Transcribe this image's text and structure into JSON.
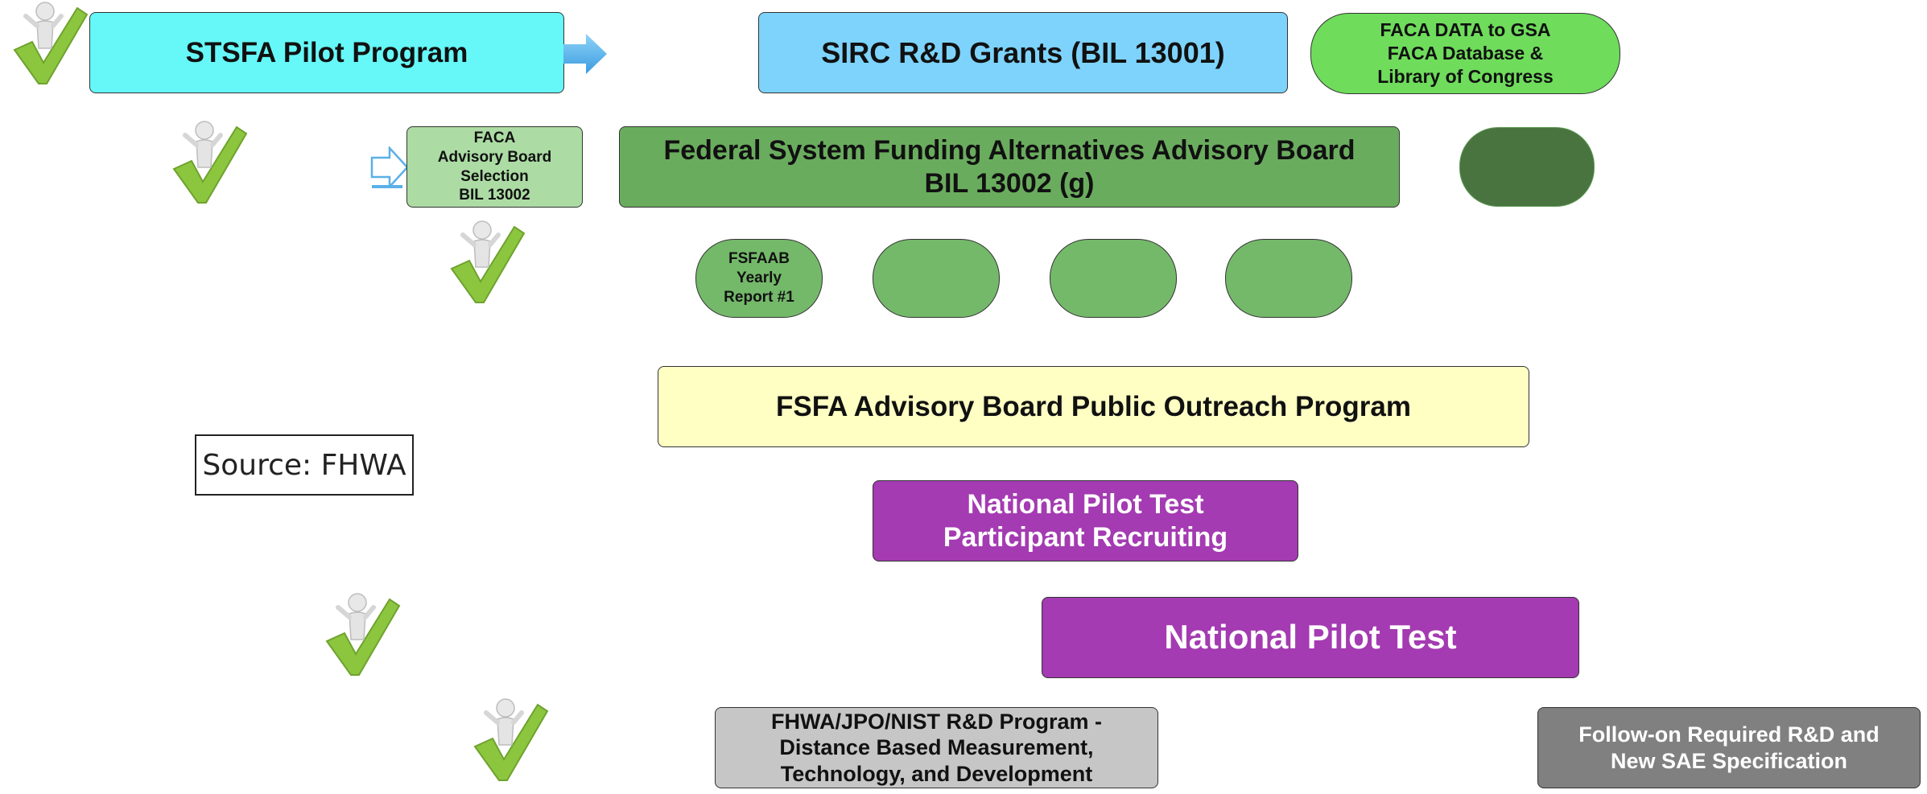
{
  "boxes": {
    "stsfa_pilot": "STSFA Pilot Program",
    "sirc_grants": "SIRC R&D Grants (BIL 13001)",
    "faca_data": "FACA DATA to GSA\nFACA Database &\nLibrary of Congress",
    "faca_selection": "FACA\nAdvisory Board\nSelection\nBIL 13002",
    "fsfaab_board": "Federal  System Funding Alternatives Advisory Board\nBIL 13002 (g)",
    "yearly_report": "FSFAAB\nYearly\nReport #1",
    "outreach": "FSFA Advisory Board Public Outreach Program",
    "recruiting": "National Pilot Test\nParticipant Recruiting",
    "national_pilot": "National Pilot Test",
    "rd_program": "FHWA/JPO/NIST R&D Program -\nDistance Based Measurement,\nTechnology, and Development",
    "followon": "Follow-on Required R&D and\nNew SAE Specification"
  },
  "source_label": "Source: FHWA",
  "colors": {
    "cyan": "#66F8F8",
    "sky_blue": "#7DD3FC",
    "lime_green": "#6FDC5C",
    "pale_green": "#ACDCA4",
    "mid_green": "#6AAC5E",
    "dark_green": "#497440",
    "soft_green": "#74B96A",
    "pale_yellow": "#FFFFC4",
    "purple": "#A43BB2",
    "light_gray": "#C6C6C6",
    "dark_gray": "#808080",
    "checkmark": "#8CC63F"
  }
}
